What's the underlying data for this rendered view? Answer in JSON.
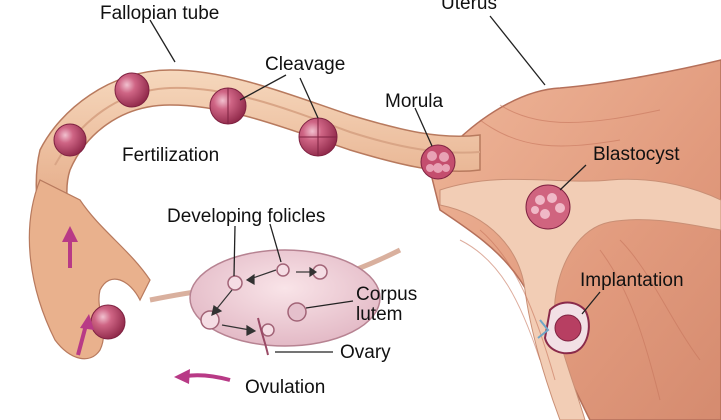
{
  "labels": {
    "fallopian_tube": "Fallopian tube",
    "uterus": "Uterus",
    "cleavage": "Cleavage",
    "morula": "Morula",
    "fertilization": "Fertilization",
    "blastocyst": "Blastocyst",
    "developing_follicles": "Developing folicles",
    "corpus_lutem": "Corpus\nlutem",
    "implantation": "Implantation",
    "ovary": "Ovary",
    "ovulation": "Ovulation"
  },
  "colors": {
    "tissue": "#e9b48f",
    "tissue_light": "#f3d1b3",
    "tissue_dark": "#c9866a",
    "muscle": "#e3a083",
    "egg": "#b73f62",
    "egg_light": "#e7a3b6",
    "arrow": "#b83a86",
    "leader": "#222222"
  },
  "icons": [
    "egg-cell-icon",
    "motion-arrow-icon"
  ]
}
